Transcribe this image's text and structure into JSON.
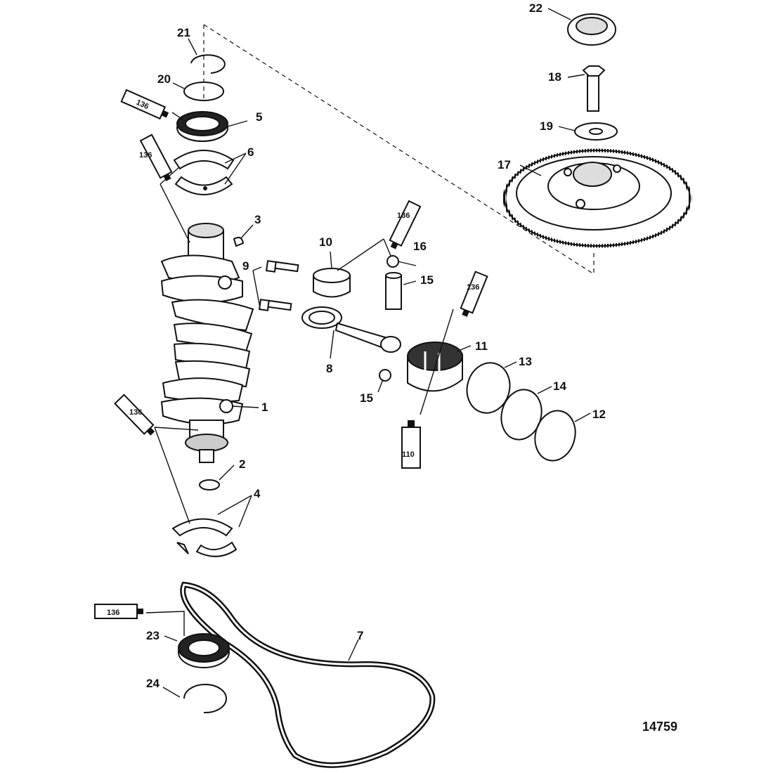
{
  "figure_number": "14759",
  "callouts": {
    "c1": "1",
    "c2": "2",
    "c3": "3",
    "c4": "4",
    "c5": "5",
    "c6": "6",
    "c7": "7",
    "c8": "8",
    "c9": "9",
    "c10": "10",
    "c11": "11",
    "c12": "12",
    "c13": "13",
    "c14": "14",
    "c15a": "15",
    "c15b": "15",
    "c16": "16",
    "c17": "17",
    "c18": "18",
    "c19": "19",
    "c20": "20",
    "c21": "21",
    "c22": "22",
    "c23": "23",
    "c24": "24"
  },
  "sealant_tubes": {
    "t1": "136",
    "t2": "136",
    "t3": "136",
    "t4": "136",
    "t5": "136",
    "t6": "136",
    "t7": "110"
  }
}
